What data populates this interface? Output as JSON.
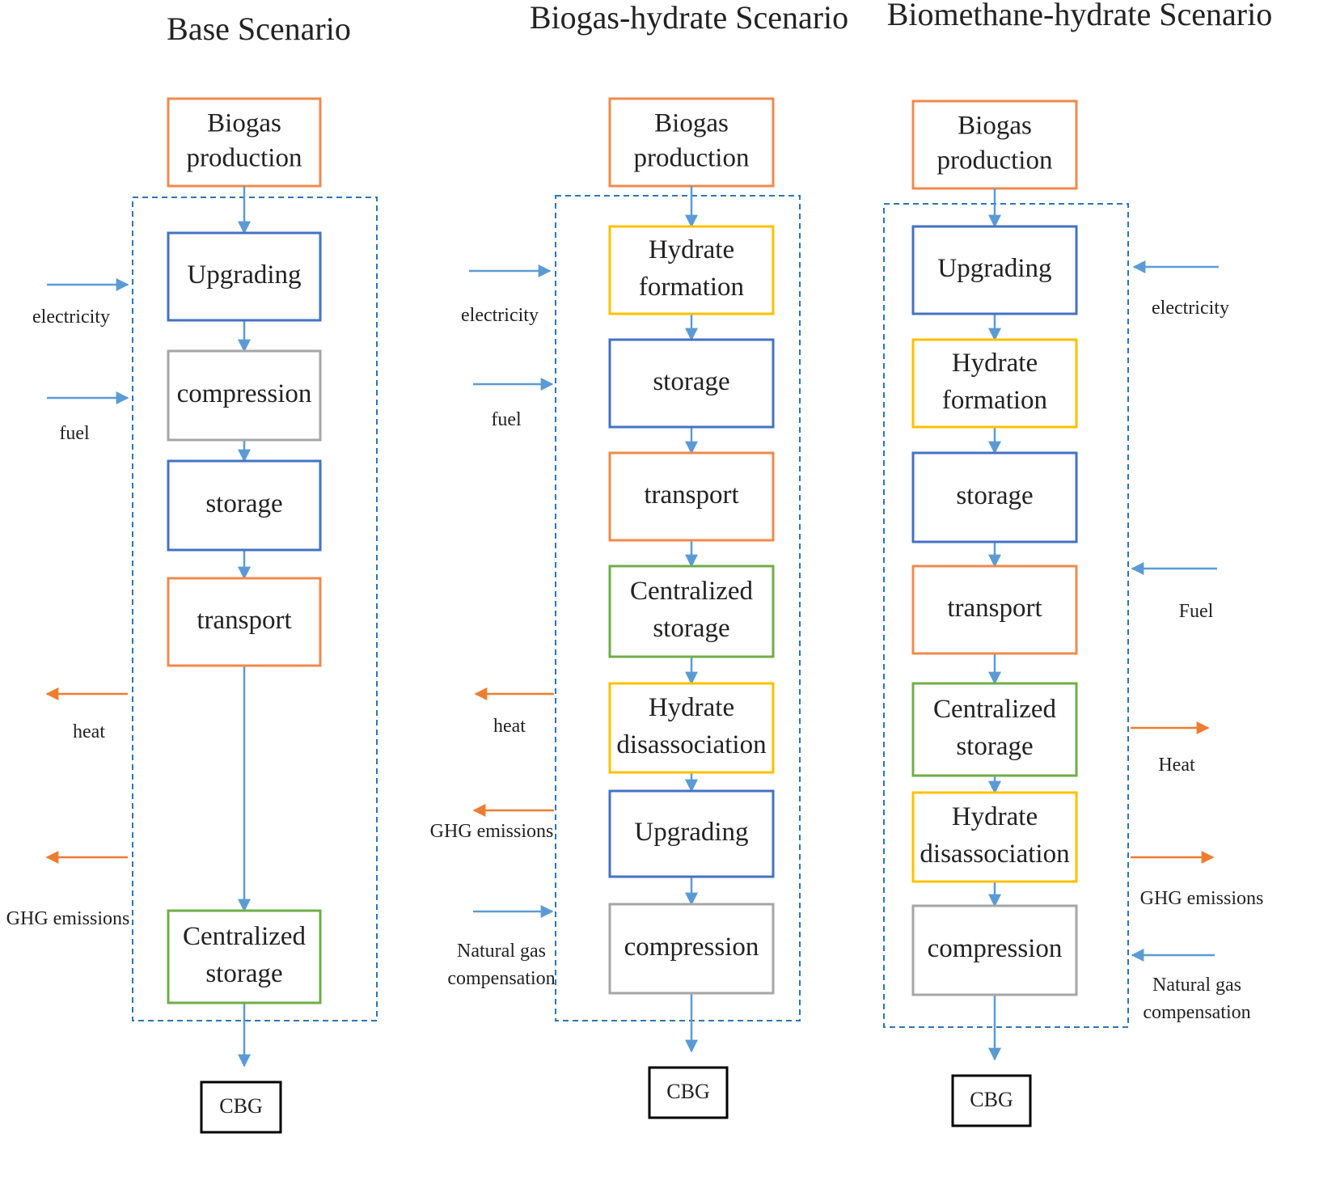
{
  "colors": {
    "orange": "#f08a4b",
    "blue": "#4472c4",
    "gray": "#a6a6a6",
    "yellow": "#ffc000",
    "green": "#70ad47",
    "arrow_blue": "#5b9bd5",
    "arrow_orange": "#ed7d31",
    "dashed": "#2e75b6",
    "cbg_border": "#000000"
  },
  "scenarios": [
    {
      "title": "Base Scenario",
      "source": [
        "Biogas",
        "production"
      ],
      "steps": [
        {
          "label": [
            "Upgrading"
          ],
          "color": "blue"
        },
        {
          "label": [
            "compression"
          ],
          "color": "gray"
        },
        {
          "label": [
            "storage"
          ],
          "color": "blue"
        },
        {
          "label": [
            "transport"
          ],
          "color": "orange"
        },
        {
          "label": [
            "Centralized",
            "storage"
          ],
          "color": "green"
        }
      ],
      "product": "CBG",
      "side_flows": [
        {
          "label": [
            "electricity"
          ],
          "direction": "in",
          "color": "arrow_blue"
        },
        {
          "label": [
            "fuel"
          ],
          "direction": "in",
          "color": "arrow_blue"
        },
        {
          "label": [
            "heat"
          ],
          "direction": "out",
          "color": "arrow_orange"
        },
        {
          "label": [
            "GHG emissions"
          ],
          "direction": "out",
          "color": "arrow_orange"
        }
      ]
    },
    {
      "title": "Biogas-hydrate Scenario",
      "source": [
        "Biogas",
        "production"
      ],
      "steps": [
        {
          "label": [
            "Hydrate",
            "formation"
          ],
          "color": "yellow"
        },
        {
          "label": [
            "storage"
          ],
          "color": "blue"
        },
        {
          "label": [
            "transport"
          ],
          "color": "orange"
        },
        {
          "label": [
            "Centralized",
            "storage"
          ],
          "color": "green"
        },
        {
          "label": [
            "Hydrate",
            "disassociation"
          ],
          "color": "yellow"
        },
        {
          "label": [
            "Upgrading"
          ],
          "color": "blue"
        },
        {
          "label": [
            "compression"
          ],
          "color": "gray"
        }
      ],
      "product": "CBG",
      "side_flows": [
        {
          "label": [
            "electricity"
          ],
          "direction": "in",
          "color": "arrow_blue"
        },
        {
          "label": [
            "fuel"
          ],
          "direction": "in",
          "color": "arrow_blue"
        },
        {
          "label": [
            "heat"
          ],
          "direction": "out",
          "color": "arrow_orange"
        },
        {
          "label": [
            "GHG emissions"
          ],
          "direction": "out",
          "color": "arrow_orange"
        },
        {
          "label": [
            "Natural gas",
            "compensation"
          ],
          "direction": "in",
          "color": "arrow_blue"
        }
      ]
    },
    {
      "title": "Biomethane-hydrate Scenario",
      "source": [
        "Biogas",
        "production"
      ],
      "steps": [
        {
          "label": [
            "Upgrading"
          ],
          "color": "blue"
        },
        {
          "label": [
            "Hydrate",
            "formation"
          ],
          "color": "yellow"
        },
        {
          "label": [
            "storage"
          ],
          "color": "blue"
        },
        {
          "label": [
            "transport"
          ],
          "color": "orange"
        },
        {
          "label": [
            "Centralized",
            "storage"
          ],
          "color": "green"
        },
        {
          "label": [
            "Hydrate",
            "disassociation"
          ],
          "color": "yellow"
        },
        {
          "label": [
            "compression"
          ],
          "color": "gray"
        }
      ],
      "product": "CBG",
      "side_flows": [
        {
          "label": [
            "electricity"
          ],
          "direction": "in",
          "color": "arrow_blue"
        },
        {
          "label": [
            "Fuel"
          ],
          "direction": "in",
          "color": "arrow_blue"
        },
        {
          "label": [
            "Heat"
          ],
          "direction": "out",
          "color": "arrow_orange"
        },
        {
          "label": [
            "GHG emissions"
          ],
          "direction": "out",
          "color": "arrow_orange"
        },
        {
          "label": [
            "Natural gas",
            "compensation"
          ],
          "direction": "in",
          "color": "arrow_blue"
        }
      ]
    }
  ]
}
